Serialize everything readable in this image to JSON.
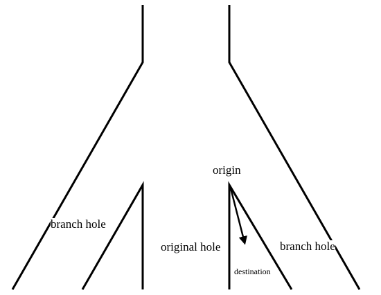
{
  "labels": {
    "branch_hole_left": "branch hole",
    "origin": "origin",
    "original_hole": "original hole",
    "branch_hole_right": "branch hole",
    "destination": "destination"
  },
  "colors": {
    "line": "#000000",
    "background": "#ffffff"
  }
}
